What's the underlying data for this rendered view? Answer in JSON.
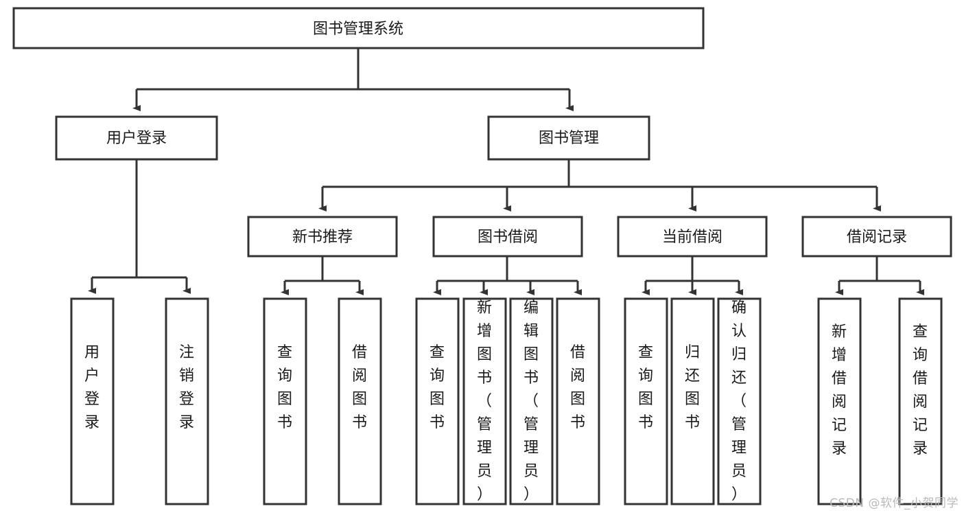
{
  "diagram": {
    "type": "tree-hierarchy-chart",
    "title": "图书管理系统",
    "watermark": "CSDN @软件_小贺同学",
    "colors": {
      "box_fill": "#ffffff",
      "box_stroke": "#333333",
      "text": "#1a1a1a",
      "watermark": "#b9b9b9",
      "background": "#ffffff"
    },
    "nodes": {
      "root": {
        "label": "图书管理系统"
      },
      "level2": [
        {
          "id": "user-login",
          "label": "用户登录"
        },
        {
          "id": "book-management",
          "label": "图书管理"
        }
      ],
      "level3": [
        {
          "id": "new-book-recommend",
          "label": "新书推荐"
        },
        {
          "id": "book-borrow",
          "label": "图书借阅"
        },
        {
          "id": "current-borrow",
          "label": "当前借阅"
        },
        {
          "id": "borrow-record",
          "label": "借阅记录"
        }
      ],
      "leaves": {
        "user-login": [
          {
            "id": "leaf-user-login",
            "label": "用户登录"
          },
          {
            "id": "leaf-logout-login",
            "label": "注销登录"
          }
        ],
        "new-book-recommend": [
          {
            "id": "leaf-query-book-1",
            "label": "查询图书"
          },
          {
            "id": "leaf-borrow-book-1",
            "label": "借阅图书"
          }
        ],
        "book-borrow": [
          {
            "id": "leaf-query-book-2",
            "label": "查询图书"
          },
          {
            "id": "leaf-add-book-admin",
            "label": "新增图书（管理员）"
          },
          {
            "id": "leaf-edit-book-admin",
            "label": "编辑图书（管理员）"
          },
          {
            "id": "leaf-borrow-book-2",
            "label": "借阅图书"
          }
        ],
        "current-borrow": [
          {
            "id": "leaf-query-book-3",
            "label": "查询图书"
          },
          {
            "id": "leaf-return-book",
            "label": "归还图书"
          },
          {
            "id": "leaf-confirm-return-admin",
            "label": "确认归还（管理员）"
          }
        ],
        "borrow-record": [
          {
            "id": "leaf-add-borrow-record",
            "label": "新增借阅记录"
          },
          {
            "id": "leaf-query-borrow-record",
            "label": "查询借阅记录"
          }
        ]
      }
    }
  }
}
